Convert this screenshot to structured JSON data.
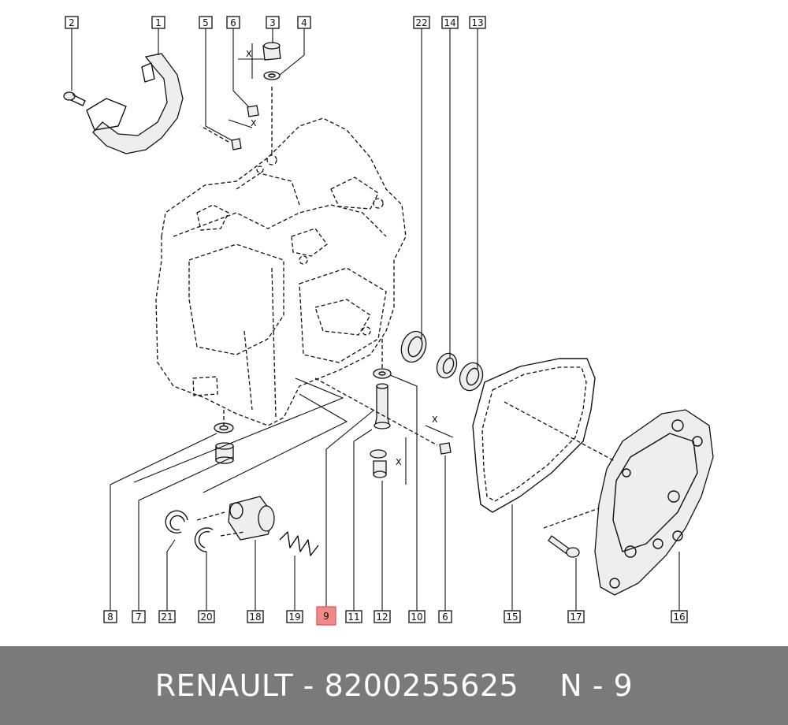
{
  "callouts": [
    {
      "id": "c2",
      "label": "2"
    },
    {
      "id": "c1",
      "label": "1"
    },
    {
      "id": "c5",
      "label": "5"
    },
    {
      "id": "c6t",
      "label": "6"
    },
    {
      "id": "c3",
      "label": "3"
    },
    {
      "id": "c4",
      "label": "4"
    },
    {
      "id": "c22",
      "label": "22"
    },
    {
      "id": "c14",
      "label": "14"
    },
    {
      "id": "c13",
      "label": "13"
    },
    {
      "id": "c8",
      "label": "8"
    },
    {
      "id": "c7",
      "label": "7"
    },
    {
      "id": "c21",
      "label": "21"
    },
    {
      "id": "c20",
      "label": "20"
    },
    {
      "id": "c18",
      "label": "18"
    },
    {
      "id": "c19",
      "label": "19"
    },
    {
      "id": "c9",
      "label": "9",
      "highlighted": true
    },
    {
      "id": "c11",
      "label": "11"
    },
    {
      "id": "c12",
      "label": "12"
    },
    {
      "id": "c10",
      "label": "10"
    },
    {
      "id": "c6b",
      "label": "6"
    },
    {
      "id": "c15",
      "label": "15"
    },
    {
      "id": "c17",
      "label": "17"
    },
    {
      "id": "c16",
      "label": "16"
    }
  ],
  "torque_marks": [
    "X",
    "X",
    "X",
    "X"
  ],
  "footer": {
    "brand_part": "RENAULT - 8200255625",
    "ref": "N - 9"
  },
  "colors": {
    "highlight": "#f08a8a",
    "footer_bg": "#7a7a7a"
  }
}
